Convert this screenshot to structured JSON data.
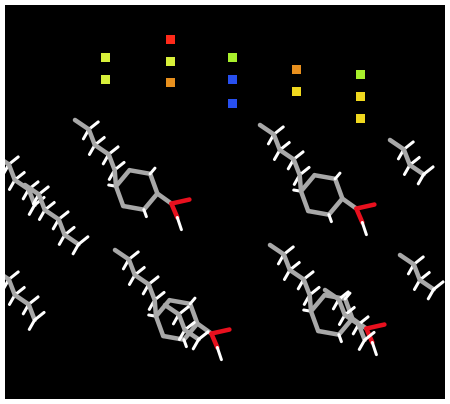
{
  "scene": {
    "background": "#000000",
    "frame_color": "#ffffff",
    "atom_colors": {
      "carbon": "#a8a8a8",
      "hydrogen": "#ffffff",
      "oxygen": "#e8101e"
    },
    "marker_colors": {
      "red": "#ff2a1a",
      "yellow_green": "#d8f03a",
      "lime": "#a8f02c",
      "orange": "#e8901e",
      "yellow": "#f0d81e",
      "blue": "#2850f0"
    },
    "marker_columns": [
      {
        "markers": [
          "yellow_green",
          "yellow_green"
        ]
      },
      {
        "markers": [
          "red",
          "yellow_green",
          "orange"
        ]
      },
      {
        "markers": [
          "lime",
          "blue",
          "blue"
        ]
      },
      {
        "markers": [
          "orange",
          "yellow"
        ]
      },
      {
        "markers": [
          "lime",
          "yellow",
          "yellow"
        ]
      }
    ]
  }
}
